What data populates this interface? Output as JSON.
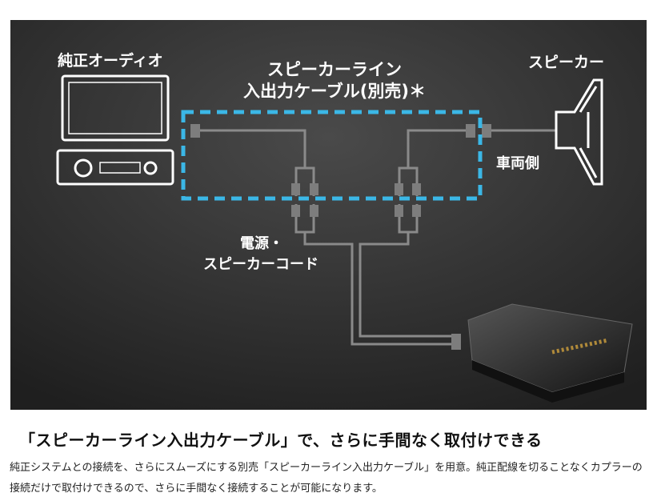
{
  "diagram": {
    "head_unit_label": "純正オーディオ",
    "cable_label_line1": "スピーカーライン",
    "cable_label_line2": "入出力ケーブル(別売)＊",
    "speaker_label": "スピーカー",
    "vehicle_side_label": "車両側",
    "cord_label_line1": "電源・",
    "cord_label_line2": "スピーカーコード",
    "colors": {
      "highlight": "#3bb7e6",
      "wire": "#8a8a8a",
      "background": "#2e2e2e"
    }
  },
  "heading": "「スピーカーライン入出力ケーブル」で、さらに手間なく取付けできる",
  "description": "純正システムとの接続を、さらにスムーズにする別売「スピーカーライン入出力ケーブル」を用意。純正配線を切ることなくカプラーの接続だけで取付けできるので、さらに手間なく接続することが可能になります。"
}
